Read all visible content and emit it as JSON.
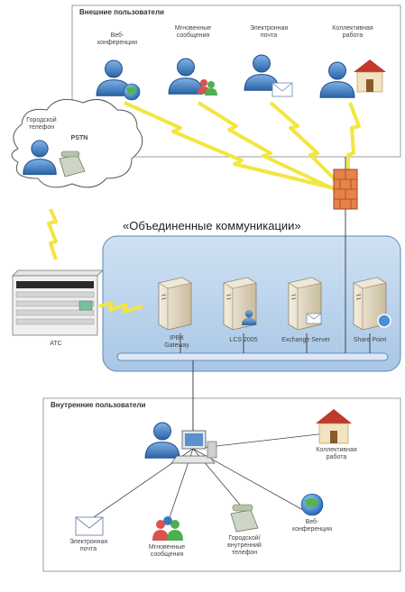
{
  "external": {
    "title": "Внешние пользователи",
    "users": [
      {
        "id": "web",
        "label": "Веб-\nконференции",
        "icon": "globe-icon"
      },
      {
        "id": "im",
        "label": "Мгновенные\nсообщения",
        "icon": "two-people-icon"
      },
      {
        "id": "mail",
        "label": "Электронная\nпочта",
        "icon": "envelope-icon"
      },
      {
        "id": "collab",
        "label": "Коллективная\nработа",
        "icon": "house-icon"
      }
    ]
  },
  "pstn": {
    "cloud_label": "PSTN",
    "user_label": "Городской\nтелефон"
  },
  "uc": {
    "title": "«Объединенные коммуникации»",
    "servers": [
      {
        "id": "pbx",
        "label": "IPBX\nGateway"
      },
      {
        "id": "lcs",
        "label": "LCS 2005"
      },
      {
        "id": "exchange",
        "label": "Exchange Server"
      },
      {
        "id": "sharepoint",
        "label": "Share Point"
      }
    ]
  },
  "atc": {
    "label": "АТС"
  },
  "internal": {
    "title": "Внутренние пользователи",
    "items": [
      {
        "id": "collab",
        "label": "Коллективная\nработа",
        "icon": "house-icon"
      },
      {
        "id": "web",
        "label": "Веб-\nконференции",
        "icon": "globe-icon"
      },
      {
        "id": "phone",
        "label": "Городской/\nвнутренний\nтелефон",
        "icon": "phone-icon"
      },
      {
        "id": "im",
        "label": "Мгновенные\nсообщения",
        "icon": "two-people-icon"
      },
      {
        "id": "mail",
        "label": "Электронная\nпочта",
        "icon": "envelope-icon"
      }
    ]
  },
  "colors": {
    "user_blue": "#3a78bd",
    "lightning": "#f2e640",
    "uc_panel": "#bcd5ee",
    "firewall": "#e8824a",
    "server": "#ddd2bc"
  }
}
